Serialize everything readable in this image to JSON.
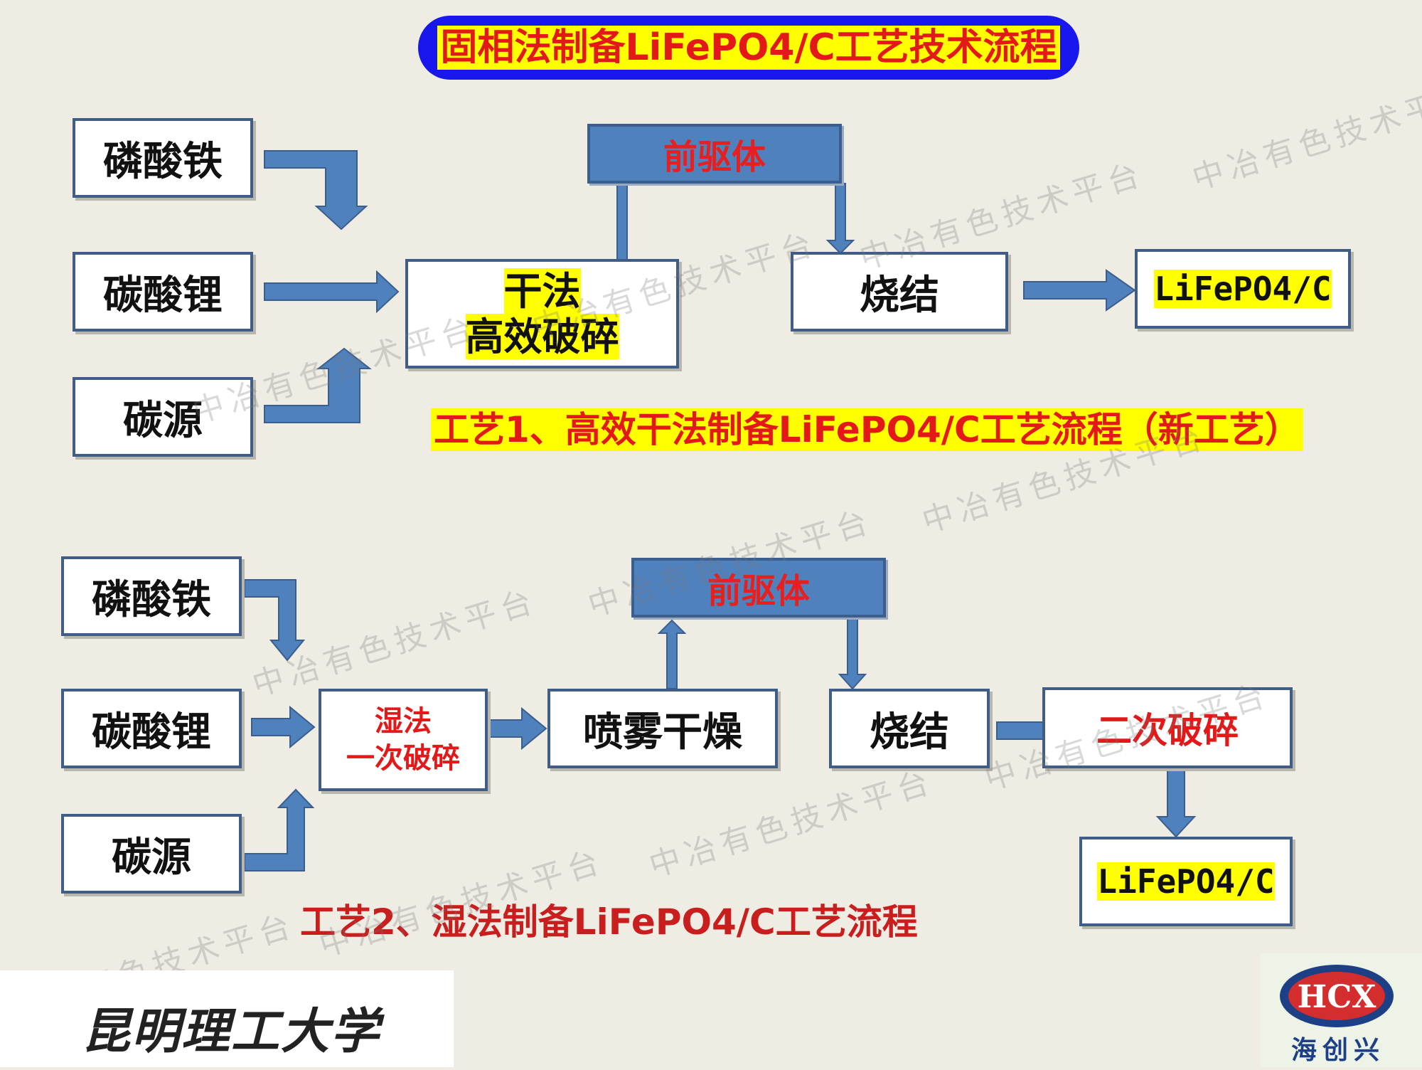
{
  "title": "固相法制备LiFePO4/C工艺技术流程",
  "process1": {
    "inputs": [
      "磷酸铁",
      "碳酸锂",
      "碳源"
    ],
    "crush_line1": "干法",
    "crush_line2": "高效破碎",
    "precursor": "前驱体",
    "sinter": "烧结",
    "product": "LiFePO4/C",
    "caption": "工艺1、高效干法制备LiFePO4/C工艺流程（新工艺）"
  },
  "process2": {
    "inputs": [
      "磷酸铁",
      "碳酸锂",
      "碳源"
    ],
    "crush_line1": "湿法",
    "crush_line2": "一次破碎",
    "spray": "喷雾干燥",
    "precursor": "前驱体",
    "sinter": "烧结",
    "second_crush": "二次破碎",
    "product": "LiFePO4/C",
    "caption": "工艺2、湿法制备LiFePO4/C工艺流程"
  },
  "watermark": "中冶有色技术平台",
  "logos": {
    "left": "昆明理工大学",
    "right_main": "HCX",
    "right_sub": "海创兴"
  },
  "colors": {
    "arrow": "#4f81bd",
    "title_bg": "#1818ee",
    "red_text": "#e31818",
    "highlight": "#ffff00"
  }
}
